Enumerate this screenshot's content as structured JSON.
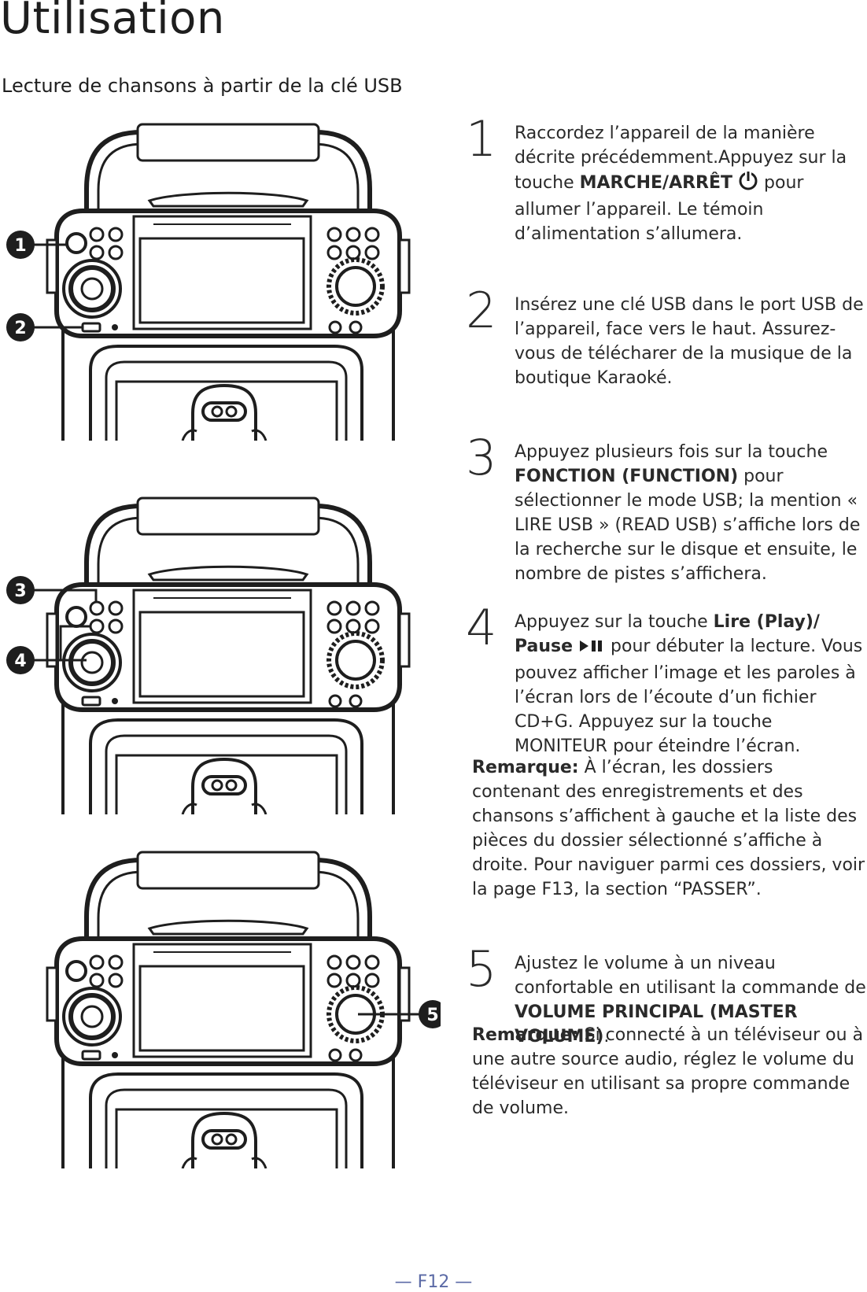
{
  "page": {
    "title": "Utilisation",
    "subtitle": "Lecture de chansons à partir de la clé USB",
    "footer": "— F12 —"
  },
  "callouts": [
    "1",
    "2",
    "3",
    "4",
    "5"
  ],
  "steps": [
    {
      "number": "1",
      "t1": "Raccordez l’appareil de la manière décrite précédemment.Appuyez sur la touche ",
      "b1": "MARCHE/ARRÊT",
      "icon": "power-icon",
      "t2": " pour allumer l’appareil. Le témoin d’alimentation s’allumera."
    },
    {
      "number": "2",
      "t1": "Insérez une clé USB dans le port USB de l’appareil, face vers le haut. Assurez-vous de télécharer de la musique de la boutique Karaoké."
    },
    {
      "number": "3",
      "t1": "Appuyez plusieurs fois sur la touche ",
      "b1": "FONCTION (FUNCTION)",
      "t2": " pour sélectionner le mode USB; la mention « LIRE USB » (READ USB) s’affiche lors de la recherche sur le disque et ensuite, le nombre de pistes s’affichera."
    },
    {
      "number": "4",
      "t1": "Appuyez sur la touche ",
      "b1": "Lire (Play)/ Pause",
      "icon": "play-pause-icon",
      "t2": " pour débuter la lecture. Vous pouvez afficher l’image et les paroles à l’écran lors de l’écoute d’un fichier CD+G. Appuyez sur la touche MONITEUR pour éteindre l’écran."
    },
    {
      "number": "5",
      "t1": "Ajustez le volume à un niveau confortable en utilisant la commande de ",
      "b1": "VOLUME PRINCIPAL (MASTER VOLUME)",
      "t2": "."
    }
  ],
  "notes": [
    {
      "label": "Remarque:",
      "text": " À l’écran, les dossiers contenant des enregistrements et des chansons s’affichent à gauche et la liste des pièces du dossier sélectionné s’affiche à droite. Pour naviguer parmi ces dossiers, voir la page F13, la section  “PASSER”."
    },
    {
      "label": "Remarque:",
      "text": " Si connecté à un téléviseur ou à une autre source audio, réglez le volume du téléviseur en utilisant sa propre commande de volume."
    }
  ]
}
